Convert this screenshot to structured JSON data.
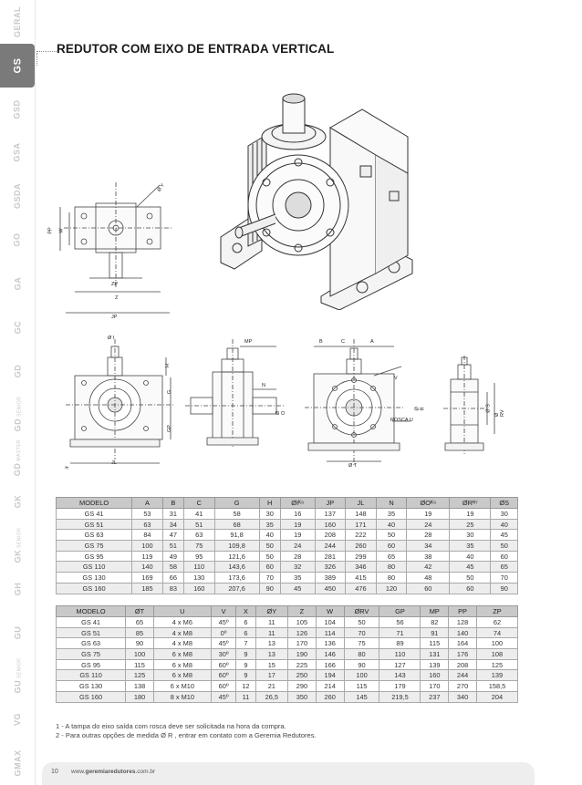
{
  "side_tabs": [
    {
      "label": "GERAL",
      "sub": "",
      "active": false
    },
    {
      "label": "GS",
      "sub": "",
      "active": true
    },
    {
      "label": "GSD",
      "sub": "",
      "active": false
    },
    {
      "label": "GSA",
      "sub": "",
      "active": false
    },
    {
      "label": "GSDA",
      "sub": "",
      "active": false
    },
    {
      "label": "GO",
      "sub": "",
      "active": false
    },
    {
      "label": "GA",
      "sub": "",
      "active": false
    },
    {
      "label": "GC",
      "sub": "",
      "active": false
    },
    {
      "label": "GD",
      "sub": "",
      "active": false
    },
    {
      "label": "GD",
      "sub": "SENIOR",
      "active": false
    },
    {
      "label": "GD",
      "sub": "MASTER",
      "active": false
    },
    {
      "label": "GK",
      "sub": "",
      "active": false
    },
    {
      "label": "GK",
      "sub": "SENIOR",
      "active": false
    },
    {
      "label": "GH",
      "sub": "",
      "active": false
    },
    {
      "label": "GU",
      "sub": "",
      "active": false
    },
    {
      "label": "GU",
      "sub": "SENIOR",
      "active": false
    },
    {
      "label": "VG",
      "sub": "",
      "active": false
    },
    {
      "label": "GMAX",
      "sub": "",
      "active": false
    }
  ],
  "page_title": "REDUTOR COM EIXO DE ENTRADA VERTICAL",
  "dim_labels": {
    "top_view": {
      "y": "Ø Y",
      "pp": "PP",
      "w": "W",
      "zp": "ZP",
      "z": "Z",
      "jp": "JP"
    },
    "front_view": {
      "i": "Ø I",
      "h": "H",
      "g": "G",
      "gp": "GP",
      "x": "X",
      "jl": "JL"
    },
    "side_view": {
      "mp": "MP",
      "n": "N",
      "o": "Ø O"
    },
    "side_view2": {
      "b": "B",
      "c": "C",
      "a": "A",
      "v": "V",
      "r": "Ø R",
      "t": "Ø T",
      "rosca": "ROSCA U"
    },
    "end_view": {
      "s": "Ø S",
      "rv": "Ø RV"
    }
  },
  "table1": {
    "headers": [
      "MODELO",
      "A",
      "B",
      "C",
      "G",
      "H",
      "ØIᴷ⁶",
      "JP",
      "JL",
      "N",
      "ØOᴷ⁶",
      "ØRᴴ⁷",
      "ØS"
    ],
    "rows": [
      [
        "GS 41",
        "53",
        "31",
        "41",
        "58",
        "30",
        "16",
        "137",
        "148",
        "35",
        "19",
        "19",
        "30"
      ],
      [
        "GS 51",
        "63",
        "34",
        "51",
        "68",
        "35",
        "19",
        "160",
        "171",
        "40",
        "24",
        "25",
        "40"
      ],
      [
        "GS 63",
        "84",
        "47",
        "63",
        "91,8",
        "40",
        "19",
        "208",
        "222",
        "50",
        "28",
        "30",
        "45"
      ],
      [
        "GS 75",
        "100",
        "51",
        "75",
        "109,8",
        "50",
        "24",
        "244",
        "260",
        "60",
        "34",
        "35",
        "50"
      ],
      [
        "GS 95",
        "119",
        "49",
        "95",
        "121,6",
        "50",
        "28",
        "281",
        "299",
        "65",
        "38",
        "40",
        "60"
      ],
      [
        "GS 110",
        "140",
        "58",
        "110",
        "143,6",
        "60",
        "32",
        "326",
        "346",
        "80",
        "42",
        "45",
        "65"
      ],
      [
        "GS 130",
        "169",
        "66",
        "130",
        "173,6",
        "70",
        "35",
        "389",
        "415",
        "80",
        "48",
        "50",
        "70"
      ],
      [
        "GS 160",
        "185",
        "83",
        "160",
        "207,6",
        "90",
        "45",
        "450",
        "476",
        "120",
        "60",
        "60",
        "90"
      ]
    ]
  },
  "table2": {
    "headers": [
      "MODELO",
      "ØT",
      "U",
      "V",
      "X",
      "ØY",
      "Z",
      "W",
      "ØRV",
      "GP",
      "MP",
      "PP",
      "ZP"
    ],
    "rows": [
      [
        "GS 41",
        "65",
        "4 x M6",
        "45º",
        "6",
        "11",
        "105",
        "104",
        "50",
        "56",
        "82",
        "128",
        "62"
      ],
      [
        "GS 51",
        "85",
        "4 x M8",
        "0º",
        "6",
        "11",
        "126",
        "114",
        "70",
        "71",
        "91",
        "140",
        "74"
      ],
      [
        "GS 63",
        "90",
        "4 x M8",
        "45º",
        "7",
        "13",
        "170",
        "136",
        "75",
        "89",
        "115",
        "164",
        "100"
      ],
      [
        "GS 75",
        "100",
        "6 x M8",
        "30º",
        "9",
        "13",
        "190",
        "146",
        "80",
        "110",
        "131",
        "176",
        "108"
      ],
      [
        "GS 95",
        "115",
        "6 x M8",
        "60º",
        "9",
        "15",
        "225",
        "166",
        "90",
        "127",
        "139",
        "208",
        "125"
      ],
      [
        "GS 110",
        "125",
        "6 x M8",
        "60º",
        "9",
        "17",
        "250",
        "194",
        "100",
        "143",
        "160",
        "244",
        "139"
      ],
      [
        "GS 130",
        "138",
        "6 x M10",
        "60º",
        "12",
        "21",
        "290",
        "214",
        "115",
        "179",
        "170",
        "270",
        "158,5"
      ],
      [
        "GS 160",
        "180",
        "8 x M10",
        "45º",
        "11",
        "26,5",
        "350",
        "260",
        "145",
        "219,5",
        "237",
        "340",
        "204"
      ]
    ]
  },
  "notes": [
    "1 - A tampa do eixo saída com rosca deve ser solicitada na hora da compra.",
    "2 - Para outras opções de medida Ø R , entrar em contato com a Geremia Redutores."
  ],
  "footer": {
    "page_number": "10",
    "url_prefix": "www.",
    "url_brand": "geremiaredutores",
    "url_suffix": ".com.br"
  },
  "colors": {
    "active_tab": "#7a7a7a",
    "inactive_tab_text": "#c8c8c8",
    "table_header": "#c9c9c9"
  }
}
